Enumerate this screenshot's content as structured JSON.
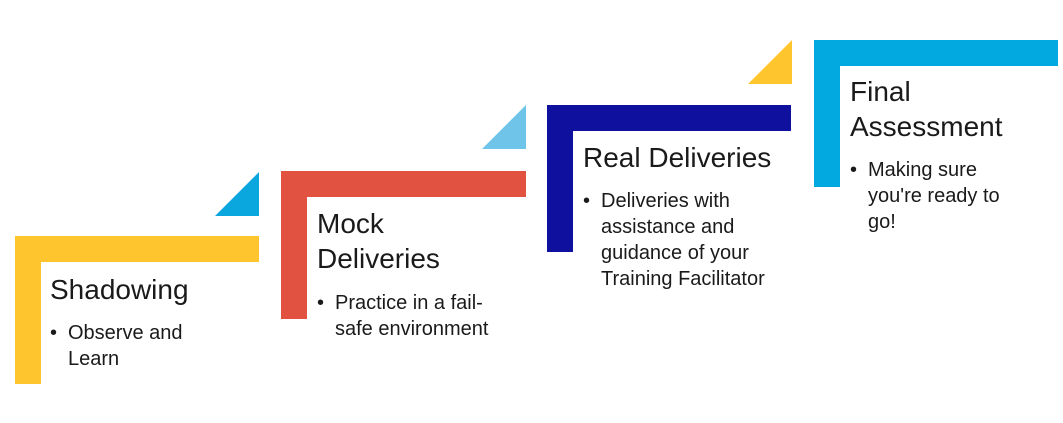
{
  "steps": [
    {
      "title": "Shadowing",
      "bullets": [
        "Observe and Learn"
      ],
      "color": "#FFC52E"
    },
    {
      "title": "Mock Deliveries",
      "bullets": [
        "Practice in a fail-safe environment"
      ],
      "color": "#E15340"
    },
    {
      "title": "Real Deliveries",
      "bullets": [
        "Deliveries with assistance and guidance of your Training Facilitator"
      ],
      "color": "#10109E"
    },
    {
      "title": "Final Assessment",
      "bullets": [
        "Making sure you're ready to go!"
      ],
      "color": "#02A9E0"
    }
  ],
  "arrow_colors": [
    "#0AA6DE",
    "#6FC4EA",
    "#FFC52E"
  ]
}
